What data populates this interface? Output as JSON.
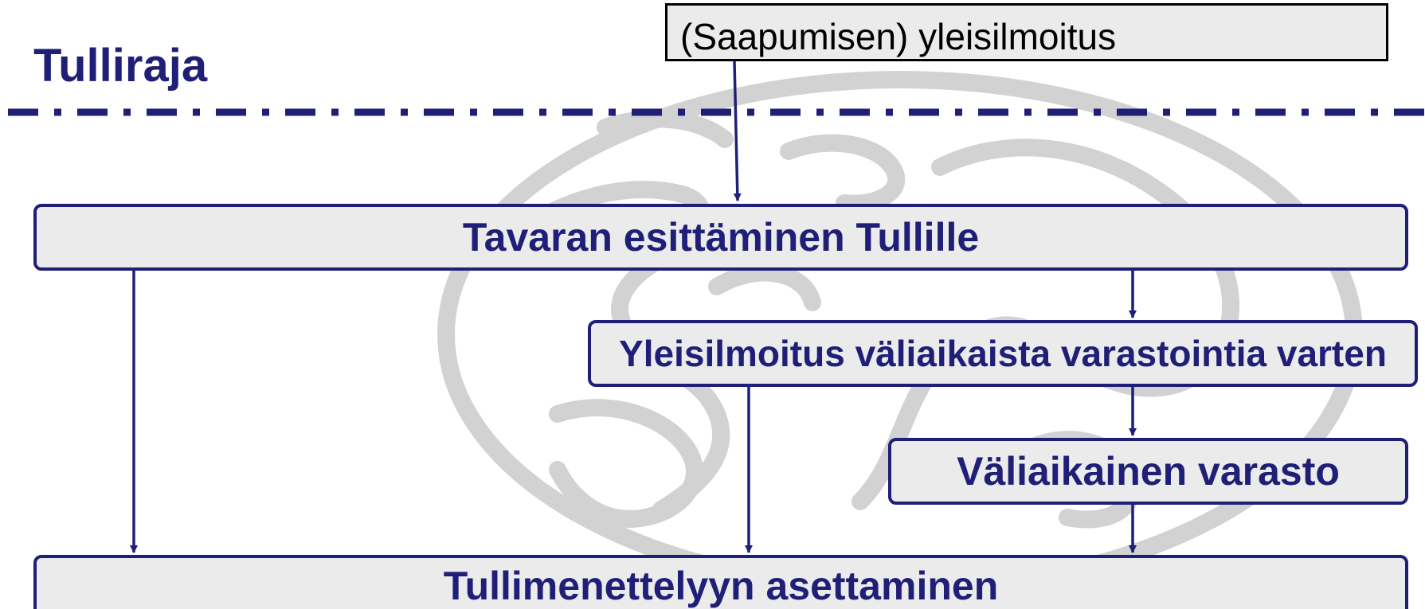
{
  "title": "Tulliraja",
  "declaration": "(Saapumisen) yleisilmoitus",
  "steps": {
    "presentation": "Tavaran esittäminen Tullille",
    "temporary_storage_declaration": "Yleisilmoitus väliaikaista varastointia varten",
    "temporary_storage": "Väliaikainen varasto",
    "customs_procedure": "Tullimenettelyyn asettaminen"
  },
  "colors": {
    "accent": "#1f1f78",
    "box_fill": "#ebebeb",
    "watermark": "#d2d2d2"
  },
  "icons": {
    "watermark": "globe-watermark-icon"
  }
}
